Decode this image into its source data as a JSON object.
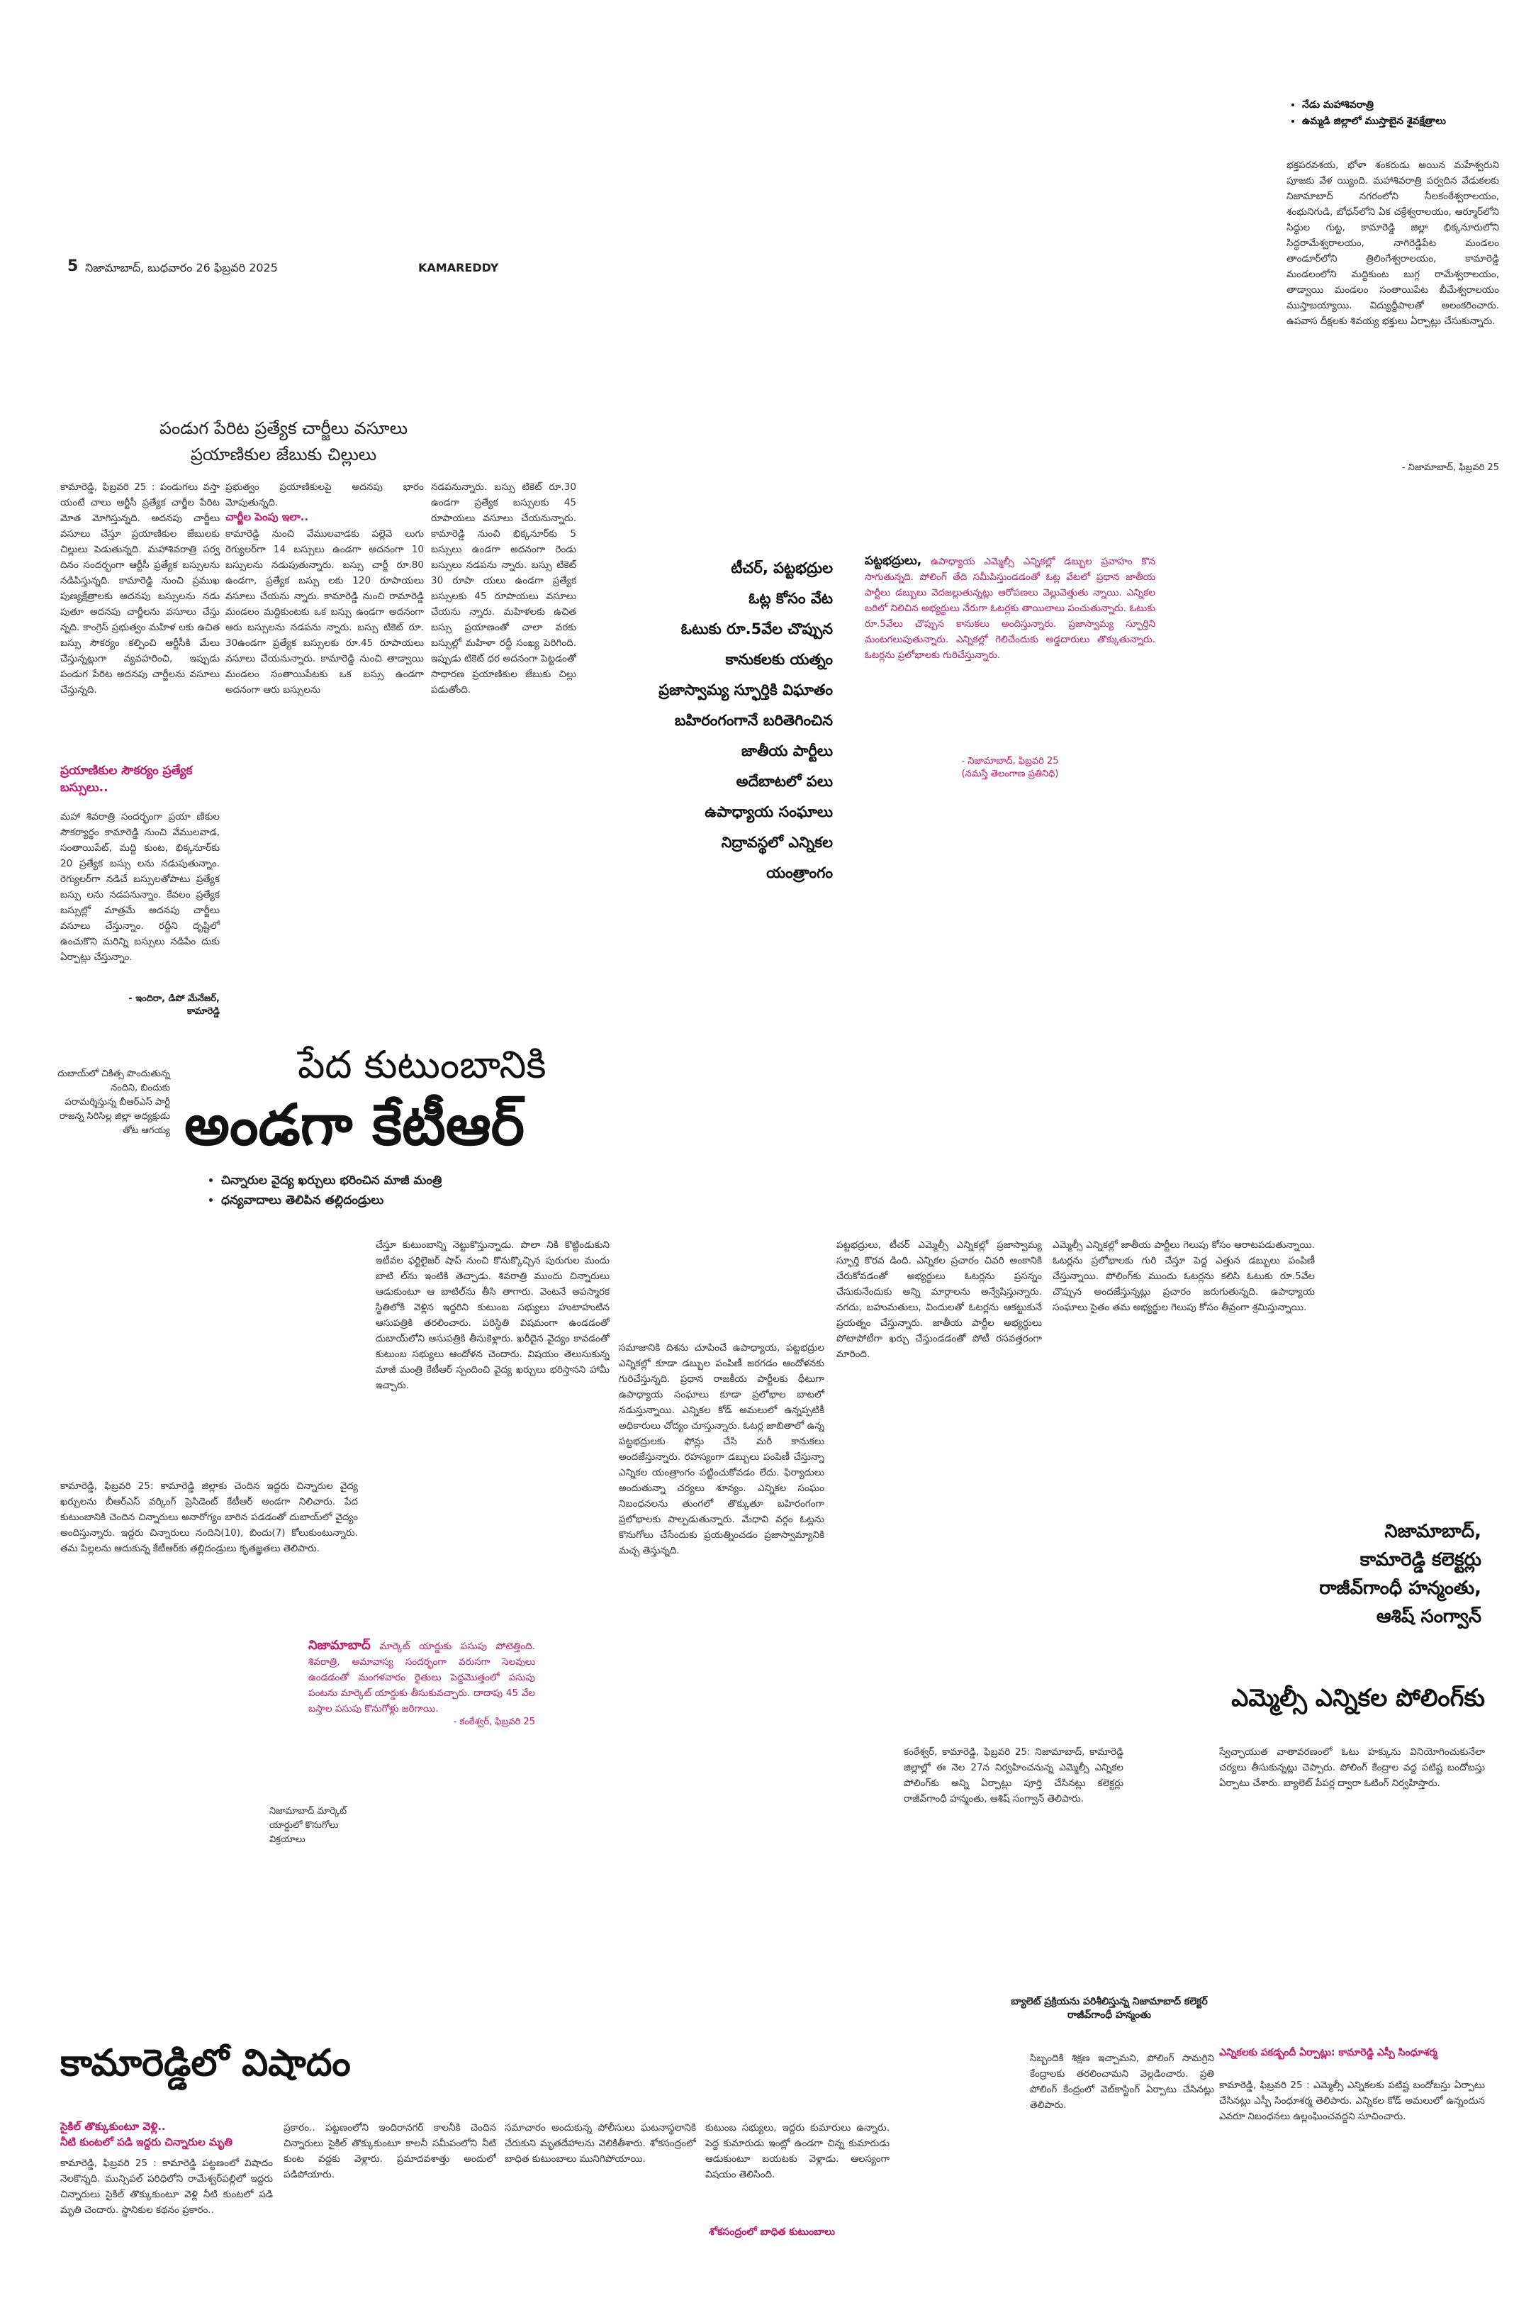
{
  "masthead": {
    "page_no": "5",
    "dateline": "నిజామాబాద్, బుధవారం 26 ఫిబ్రవరి 2025",
    "section": "KAMAREDDY"
  },
  "sidebar_top": {
    "bullets": [
      "నేడు మహాశివరాత్రి",
      "ఉమ్మడి జిల్లాలో ముస్తాబైన శైవక్షేత్రాలు"
    ],
    "body": "భక్తపరవశయ, భోళా శంకరుడు అయిన మహేశ్వరుని పూజకు వేళ య్యింది. మహాశివరాత్రి పర్వదిన వేడుకలకు నిజామాబాద్ నగరంలోని నీలకంఠేశ్వరాలయం, శంభునిగుడి, బోధన్‌లోని ఏక చక్రేశ్వరాలయం, ఆర్మూర్‌లోని సిద్ధుల గుట్ట, కామారెడ్డి జిల్లా భిక్కనూరులోని సిద్ధరామేశ్వరాలయం, నాగిరెడ్డిపేట మండలం తాండూర్‌లోని త్రిలింగేశ్వరాలయం, కామారెడ్డి మండలంలోని మద్దికుంట బుగ్గ రామేశ్వరాలయం, తాడ్వాయి మండలం సంతాయిపేట బీమేశ్వరాలయం ముస్తాబయ్యాయి. విద్యుద్దీపాలతో అలంకరించారు. ఉపవాస దీక్షలకు శివయ్య భక్తులు ఏర్పాట్లు చేసుకున్నారు.",
    "byline": "- నిజామాబాద్, ఫిబ్రవరి 25"
  },
  "story_festival": {
    "headline_1": "పండుగ పేరిట ప్రత్యేక చార్జీలు వసూలు",
    "headline_2": "ప్రయాణికుల జేబుకు చిల్లులు",
    "col1": "కామారెడ్డి, ఫిబ్రవరి 25 : పండుగలు వస్తా యంటే చాలు ఆర్టీసీ ప్రత్యేక చార్జీల పేరిట మోత మోగిస్తున్నది. అదనపు చార్జీలు వసూలు చేస్తూ ప్రయాణికుల జేబులకు చిల్లులు పెడుతున్నది. మహాశివరాత్రి పర్వ దినం సందర్భంగా ఆర్టీసీ ప్రత్యేక బస్సులను నడిపిస్తున్నది. కామారెడ్డి నుంచి ప్రముఖ పుణ్యక్షేత్రాలకు అదనపు బస్సులను నడు పుతూ అదనపు చార్జీలను వసూలు చేస్తు న్నది. కాంగ్రెస్ ప్రభుత్వం మహిళ లకు ఉచిత బస్సు సౌకర్యం కల్పించి ఆర్టీసీకి మేలు చేస్తున్నట్లుగా వ్యవహరించి, ఇప్పుడు పండుగ పేరిట అదనపు చార్జీలను వసూలు చేస్తున్నది.",
    "col2_top": "ప్రభుత్వం ప్రయాణికులపై అదనపు భారం మోపుతున్నది.",
    "col2_sub": "చార్జీల పెంపు ఇలా..",
    "col2": "కామారెడ్డి నుంచి వేములవాడకు పల్లెవె లుగు రెగ్యులర్‌గా 14 బస్సులు ఉండగా అదనంగా 10 బస్సులను నడుపుతున్నారు. బస్సు చార్జీ రూ.80 ఉండగా, ప్రత్యేక బస్సు లకు 120 రూపాయలు వసూలు చేయను న్నారు. కామారెడ్డి నుంచి రామారెడ్డి మండలం మద్దికుంటకు ఒక బస్సు ఉండగా అదనంగా ఆరు బస్సులను నడపను న్నారు. బస్సు టికెట్ రూ. 30ఉండగా ప్రత్యేక బస్సులకు రూ.45 రూపాయలు వసూలు చేయనున్నారు. కామారెడ్డి నుంచి తాడ్వాయి మండలం సంతాయిపేటకు ఒక బస్సు ఉండగా అదనంగా ఆరు బస్సులను",
    "col3": "నడపనున్నారు. బస్సు టికెట్ రూ.30 ఉండగా ప్రత్యేక బస్సులకు 45 రూపాయలు వసూలు చేయనున్నారు. కామారెడ్డి నుంచి భిక్కనూర్‌కు 5 బస్సులు ఉండగా అదనంగా రెండు బస్సులు నడపను న్నారు. బస్సు టికెట్ 30 రూపా యలు ఉండగా ప్రత్యేక బస్సులకు 45 రూపాయలు వసూలు చేయను న్నారు. మహిళలకు ఉచిత బస్సు ప్రయాణంతో చాలా వరకు బస్సుల్లో మహిళా రద్దీ సంఖ్య పెరిగింది. ఇప్పుడు టికెట్ ధర అదనంగా పెట్టడంతో సాధారణ ప్రయాణికుల జేబుకు చిల్లు పడుతోంది.",
    "box_title": "ప్రయాణికుల సౌకర్యం ప్రత్యేక బస్సులు..",
    "box_body": "మహా శివరాత్రి సందర్భంగా ప్రయా ణికుల సౌకర్యార్థం కామారెడ్డి నుంచి వేములవాడ, సంతాయిపేట్, మద్ది కుంట, భిక్కనూర్‌కు 20 ప్రత్యేక బస్సు లను నడుపుతున్నాం. రెగ్యులర్‌గా నడిచే బస్సులతోపాటు ప్రత్యేక బస్సు లను నడపనున్నాం. కేవలం ప్రత్యేక బస్సుల్లో మాత్రమే అదనపు చార్జీలు వసూలు చేస్తున్నాం. రద్దీని దృష్టిలో ఉంచుకొని మరిన్ని బస్సులు నడిపేం దుకు ఏర్పాట్లు చేస్తున్నాం.",
    "box_byline_1": "- ఇందిరా, డిపో మేనేజర్,",
    "box_byline_2": "కామారెడ్డి"
  },
  "story_mlc": {
    "headline_lines": [
      "టీచర్, పట్టభద్రుల",
      "ఓట్ల కోసం వేట",
      "ఓటుకు రూ.5వేల చొప్పున",
      "కానుకలకు యత్నం",
      "ప్రజాస్వామ్య స్ఫూర్తికి విఘాతం",
      "బహిరంగంగానే బరితెగించిన",
      "జాతీయ పార్టీలు",
      "అదేబాటలో పలు",
      "ఉపాధ్యాయ సంఘాలు",
      "నిద్రావస్థలో ఎన్నికల",
      "యంత్రాంగం"
    ],
    "lead_bold": "పట్టభద్రులు,",
    "lead": "ఉపాధ్యాయ ఎమ్మెల్సీ ఎన్నికల్లో డబ్బుల ప్రవాహం కొన సాగుతున్నది. పోలింగ్ తేది సమీపిస్తుండడంతో ఓట్ల వేటలో ప్రధాన జాతీయ పార్టీలు డబ్బులు వెదజల్లుతున్నట్లు ఆరోపణలు వెల్లువెత్తుతు న్నాయి. ఎన్నికల బరిలో నిలిచిన అభ్యర్థులు నేరుగా ఓటర్లకు తాయిలాలు పంచుతున్నారు. ఓటుకు రూ.5వేలు చొప్పున కానుకలు అందిస్తున్నారు. ప్రజాస్వామ్య స్ఫూర్తిని మంటగలుపుతున్నారు. ఎన్నికల్లో గెలిచేందుకు అడ్డదారులు తొక్కుతున్నారు. ఓటర్లను ప్రలోభాలకు గురిచేస్తున్నారు.",
    "byline_1": "- నిజామాబాద్, ఫిబ్రవరి 25",
    "byline_2": "(నమస్తే తెలంగాణ ప్రతినిధి)"
  },
  "story_ktr": {
    "kicker": "పేద కుటుంబానికి",
    "headline": "అండగా కేటీఆర్",
    "bullets": [
      "చిన్నారుల వైద్య ఖర్చులు భరించిన మాజీ మంత్రి",
      "ధన్యవాదాలు తెలిపిన తల్లిదండ్రులు"
    ],
    "photo_caption": "దుబాయ్‌లో చికిత్స పొందుతున్న నందిని, బిందుకు పరామర్శిస్తున్న బీఆర్‌ఎస్ పార్టీ రాజన్న సిరిసిల్ల జిల్లా అధ్యక్షుడు తోట ఆగయ్య",
    "body_1": "చేస్తూ కుటుంబాన్ని నెట్టుకొస్తున్నాడు. పొలా నికి కొట్టిండుకుని ఇటీవల ఫర్టిలైజర్ షాప్ నుంచి కొనుక్కొచ్చిన పురుగుల మందు బాటి ల్‌ను ఇంటికి తెచ్చాడు. శివరాత్రి ముందు చిన్నారులు ఆడుకుంటూ ఆ బాటిల్‌ను తీసి తాగారు. వెంటనే అపస్మారక స్థితిలోకి వెళ్లిన ఇద్దరిని కుటుంబ సభ్యులు హుటాహుటిన ఆసుపత్రికి తరలించారు. పరిస్థితి విషమంగా ఉండడంతో దుబాయ్‌లోని ఆసుపత్రికి తీసుకెళ్లారు. ఖరీదైన వైద్యం కావడంతో కుటుంబ సభ్యులు ఆందోళన చెందారు. విషయం తెలుసుకున్న మాజీ మంత్రి కేటీఆర్ స్పందించి వైద్య ఖర్చులు భరిస్తానని హామీ ఇచ్చారు.",
    "body_2": "కామారెడ్డి, ఫిబ్రవరి 25: కామారెడ్డి జిల్లాకు చెందిన ఇద్దరు చిన్నారుల వైద్య ఖర్చులను బీఆర్‌ఎస్ వర్కింగ్ ప్రెసిడెంట్ కేటీఆర్ అండగా నిలిచారు. పేద కుటుంబానికి చెందిన చిన్నారులు అనారోగ్యం బారిన పడడంతో దుబాయ్‌లో వైద్యం అందిస్తున్నారు. ఇద్దరు చిన్నారులు నందిని(10), బిందు(7) కోలుకుంటున్నారు. తమ పిల్లలను ఆదుకున్న కేటీఆర్‌కు తల్లిదండ్రులు కృతజ్ఞతలు తెలిపారు."
  },
  "story_market": {
    "lead_bold": "నిజామాబాద్",
    "lead": "మార్కెట్ యార్డుకు పసుపు పోటెత్తింది. శివరాత్రి, అమావాస్య సందర్భంగా వరుసగా సెలవులు ఉండడంతో మంగళవారం రైతులు పెద్దమొత్తంలో పసుపు పంటను మార్కెట్ యార్డుకు తీసుకువచ్చారు. దాదాపు 45 వేల బస్తాల పసుపు కొనుగోళ్లు జరిగాయి.",
    "byline": "- కంఠేశ్వర్, ఫిబ్రవరి 25",
    "caption": "నిజామాబాద్ మార్కెట్ యార్డులో కొనుగోలు విక్రయాలు"
  },
  "story_election": {
    "col1": "సమాజానికి దిశను చూపించే ఉపాధ్యాయ, పట్టభద్రుల ఎన్నికల్లో కూడా డబ్బుల పంపిణీ జరగడం ఆందోళనకు గురిచేస్తున్నది. ప్రధాన రాజకీయ పార్టీలకు ధీటుగా ఉపాధ్యాయ సంఘాలు కూడా ప్రలోభాల బాటలో నడుస్తున్నాయి. ఎన్నికల కోడ్ అమలులో ఉన్నప్పటికీ అధికారులు చోద్యం చూస్తున్నారు. ఓటర్ల జాబితాలో ఉన్న పట్టభద్రులకు ఫోన్లు చేసి మరీ కానుకలు అందజేస్తున్నారు. రహస్యంగా డబ్బులు పంపిణీ చేస్తున్నా ఎన్నికల యంత్రాంగం పట్టించుకోవడం లేదు. ఫిర్యాదులు అందుతున్నా చర్యలు శూన్యం. ఎన్నికల సంఘం నిబంధనలను తుంగలో తొక్కుతూ బహిరంగంగా ప్రలోభాలకు పాల్పడుతున్నారు. మేధావి వర్గం ఓట్లను కొనుగోలు చేసేందుకు ప్రయత్నించడం ప్రజాస్వామ్యానికి మచ్చ తెస్తున్నది.",
    "col2": "పట్టభద్రులు, టీచర్ ఎమ్మెల్సీ ఎన్నికల్లో ప్రజాస్వామ్య స్ఫూర్తి కొరవ డింది. ఎన్నికల ప్రచారం చివరి అంకానికి చేరుకోవడంతో అభ్యర్థులు ఓటర్లను ప్రసన్నం చేసుకునేందుకు అన్ని మార్గాలను అన్వేషిస్తున్నారు. నగదు, బహుమతులు, విందులతో ఓటర్లను ఆకట్టుకునే ప్రయత్నం చేస్తున్నారు. జాతీయ పార్టీల అభ్యర్థులు పోటాపోటీగా ఖర్చు చేస్తుండడంతో పోటీ రసవత్తరంగా మారింది.",
    "col3": "ఎమ్మెల్సీ ఎన్నికల్లో జాతీయ పార్టీలు గెలుపు కోసం ఆరాటపడుతున్నాయి. ఓటర్లను ప్రలోభాలకు గురి చేస్తూ పెద్ద ఎత్తున డబ్బులు పంపిణీ చేస్తున్నాయి. పోలింగ్‌కు ముందు ఓటర్లను కలిసి ఓటుకు రూ.5వేల చొప్పున అందజేస్తున్నట్లు ప్రచారం జరుగుతున్నది. ఉపాధ్యాయ సంఘాలు సైతం తమ అభ్యర్థుల గెలుపు కోసం తీవ్రంగా శ్రమిస్తున్నాయి."
  },
  "story_polling": {
    "byline_1": "నిజామాబాద్,",
    "byline_2": "కామారెడ్డి కలెక్టర్లు",
    "byline_3": "రాజీవ్‌గాంధీ హన్మంతు,",
    "byline_4": "ఆశిష్ సంగ్వాన్",
    "headline": "ఎమ్మెల్సీ ఎన్నికల పోలింగ్‌కు",
    "col1": "కంఠేశ్వర్, కామారెడ్డి, ఫిబ్రవరి 25: నిజామాబాద్, కామారెడ్డి జిల్లాల్లో ఈ నెల 27న నిర్వహించనున్న ఎమ్మెల్సీ ఎన్నికల పోలింగ్‌కు అన్ని ఏర్పాట్లు పూర్తి చేసినట్లు కలెక్టర్లు రాజీవ్‌గాంధీ హన్మంతు, ఆశిష్ సంగ్వాన్ తెలిపారు.",
    "col2": "స్వేచ్ఛాయుత వాతావరణంలో ఓటు హక్కును వినియోగించుకునేలా చర్యలు తీసుకున్నట్లు చెప్పారు. పోలింగ్ కేంద్రాల వద్ద పటిష్ట బందోబస్తు ఏర్పాటు చేశారు. బ్యాలెట్ పేపర్ల ద్వారా ఓటింగ్ నిర్వహిస్తారు.",
    "col3": "సిబ్బందికి శిక్షణ ఇచ్చామని, పోలింగ్ సామగ్రిని కేంద్రాలకు తరలించామని వెల్లడించారు. ప్రతి పోలింగ్ కేంద్రంలో వెబ్‌కాస్టింగ్ ఏర్పాటు చేసినట్లు తెలిపారు.",
    "sub": "ఎన్నికలకు పకడ్బందీ ఏర్పాట్లు: కామారెడ్డి ఎస్పీ సింధూశర్మ",
    "col4": "కామారెడ్డి, ఫిబ్రవరి 25 : ఎమ్మెల్సీ ఎన్నికలకు పటిష్ట బందోబస్తు ఏర్పాటు చేసినట్లు ఎస్పీ సింధూశర్మ తెలిపారు. ఎన్నికల కోడ్ అమలులో ఉన్నందున ఎవరూ నిబంధనలు ఉల్లంఘించవద్దని సూచించారు.",
    "ballot_caption": "బ్యాలెట్ ప్రక్రియను పరిశీలిస్తున్న నిజామాబాద్ కలెక్టర్ రాజీవ్‌గాంధీ హన్మంతు"
  },
  "story_tragedy": {
    "headline": "కామారెడ్డిలో విషాదం",
    "sub_1": "సైకిల్ తొక్కుకుంటూ వెళ్లి..",
    "sub_2": "నీటి కుంటలో పడి ఇద్దరు చిన్నారుల మృతి",
    "col1": "కామారెడ్డి, ఫిబ్రవరి 25 : కామారెడ్డి పట్టణంలో విషాదం నెలకొన్నది. మున్సిపల్ పరిధిలోని రామేశ్వర్‌పల్లిలో ఇద్దరు చిన్నారులు సైకిల్ తొక్కుకుంటూ వెళ్లి నీటి కుంటలో పడి మృతి చెందారు. స్థానికుల కథనం ప్రకారం..",
    "col2": "ప్రకారం.. పట్టణంలోని ఇందిరానగర్ కాలనీకి చెందిన చిన్నారులు సైకిల్ తొక్కుకుంటూ కాలనీ సమీపంలోని నీటి కుంట వద్దకు వెళ్లారు. ప్రమాదవశాత్తు అందులో పడిపోయారు.",
    "col3": "సమాచారం అందుకున్న పోలీసులు ఘటనాస్థలానికి చేరుకుని మృతదేహాలను వెలికితీశారు. శోకసంద్రంలో బాధిత కుటుంబాలు మునిగిపోయాయి.",
    "col4": "కుటుంబ సభ్యులు, ఇద్దరు కుమారులు ఉన్నారు. పెద్ద కుమారుడు ఇంట్లో ఉండగా చిన్న కుమారుడు ఆడుకుంటూ బయటకు వెళ్లాడు. ఆలస్యంగా విషయం తెలిసింది.",
    "sub_3": "శోకసంద్రంలో బాధిత కుటుంబాలు"
  },
  "colors": {
    "ink": "#111111",
    "pink": "#c0176b",
    "rule": "#999999"
  }
}
